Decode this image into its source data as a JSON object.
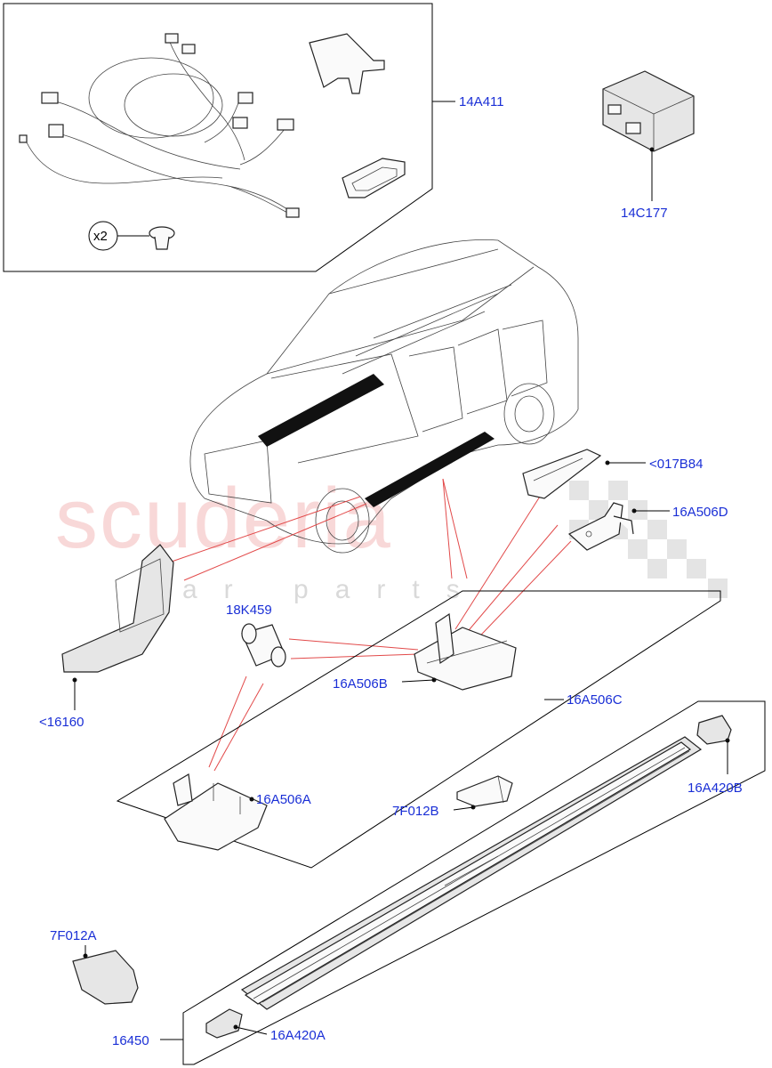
{
  "watermark": {
    "line1": "scuderia",
    "line2": "car parts"
  },
  "labels": {
    "harness_kit": "14A411",
    "control_module": "14C177",
    "quantity_badge": "x2",
    "cover_017b84": "<017B84",
    "bracket_16a506d": "16A506D",
    "bushing_18k459": "18K459",
    "end_cap_16160": "<16160",
    "bracket_16a506b": "16A506B",
    "bracket_kit_16a506c": "16A506C",
    "bracket_16a506a": "16A506A",
    "bracket_7f012b": "7F012B",
    "end_cap_16a420b": "16A420B",
    "bracket_7f012a": "7F012A",
    "step_assembly_16450": "16450",
    "end_cap_16a420a": "16A420A"
  },
  "colors": {
    "label": "#1a2fd6",
    "leader": "#000000",
    "red_leader": "#e24a4a",
    "watermark": "#f4b9b9"
  }
}
